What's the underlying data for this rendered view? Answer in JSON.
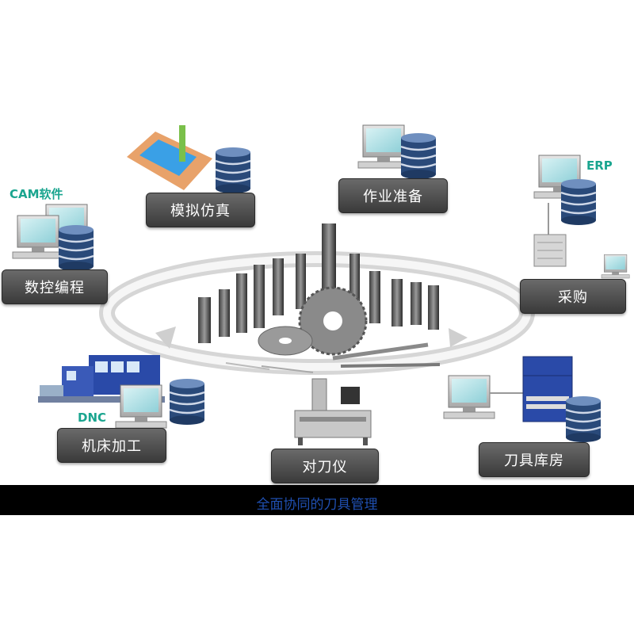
{
  "nodes": {
    "mock_sim": "模拟仿真",
    "job_prep": "作业准备",
    "cnc_prog": "数控编程",
    "purchase": "采购",
    "machining": "机床加工",
    "presetter": "对刀仪",
    "tool_store": "刀具库房"
  },
  "tags": {
    "cam": "CAM软件",
    "erp": "ERP",
    "dnc": "DNC"
  },
  "caption": "全面协同的刀具管理",
  "colors": {
    "button": "#4a4a4a",
    "tag": "#1aa58f",
    "banner": "#000000",
    "caption": "#1f4fb0",
    "database": "#2a4a7a"
  }
}
